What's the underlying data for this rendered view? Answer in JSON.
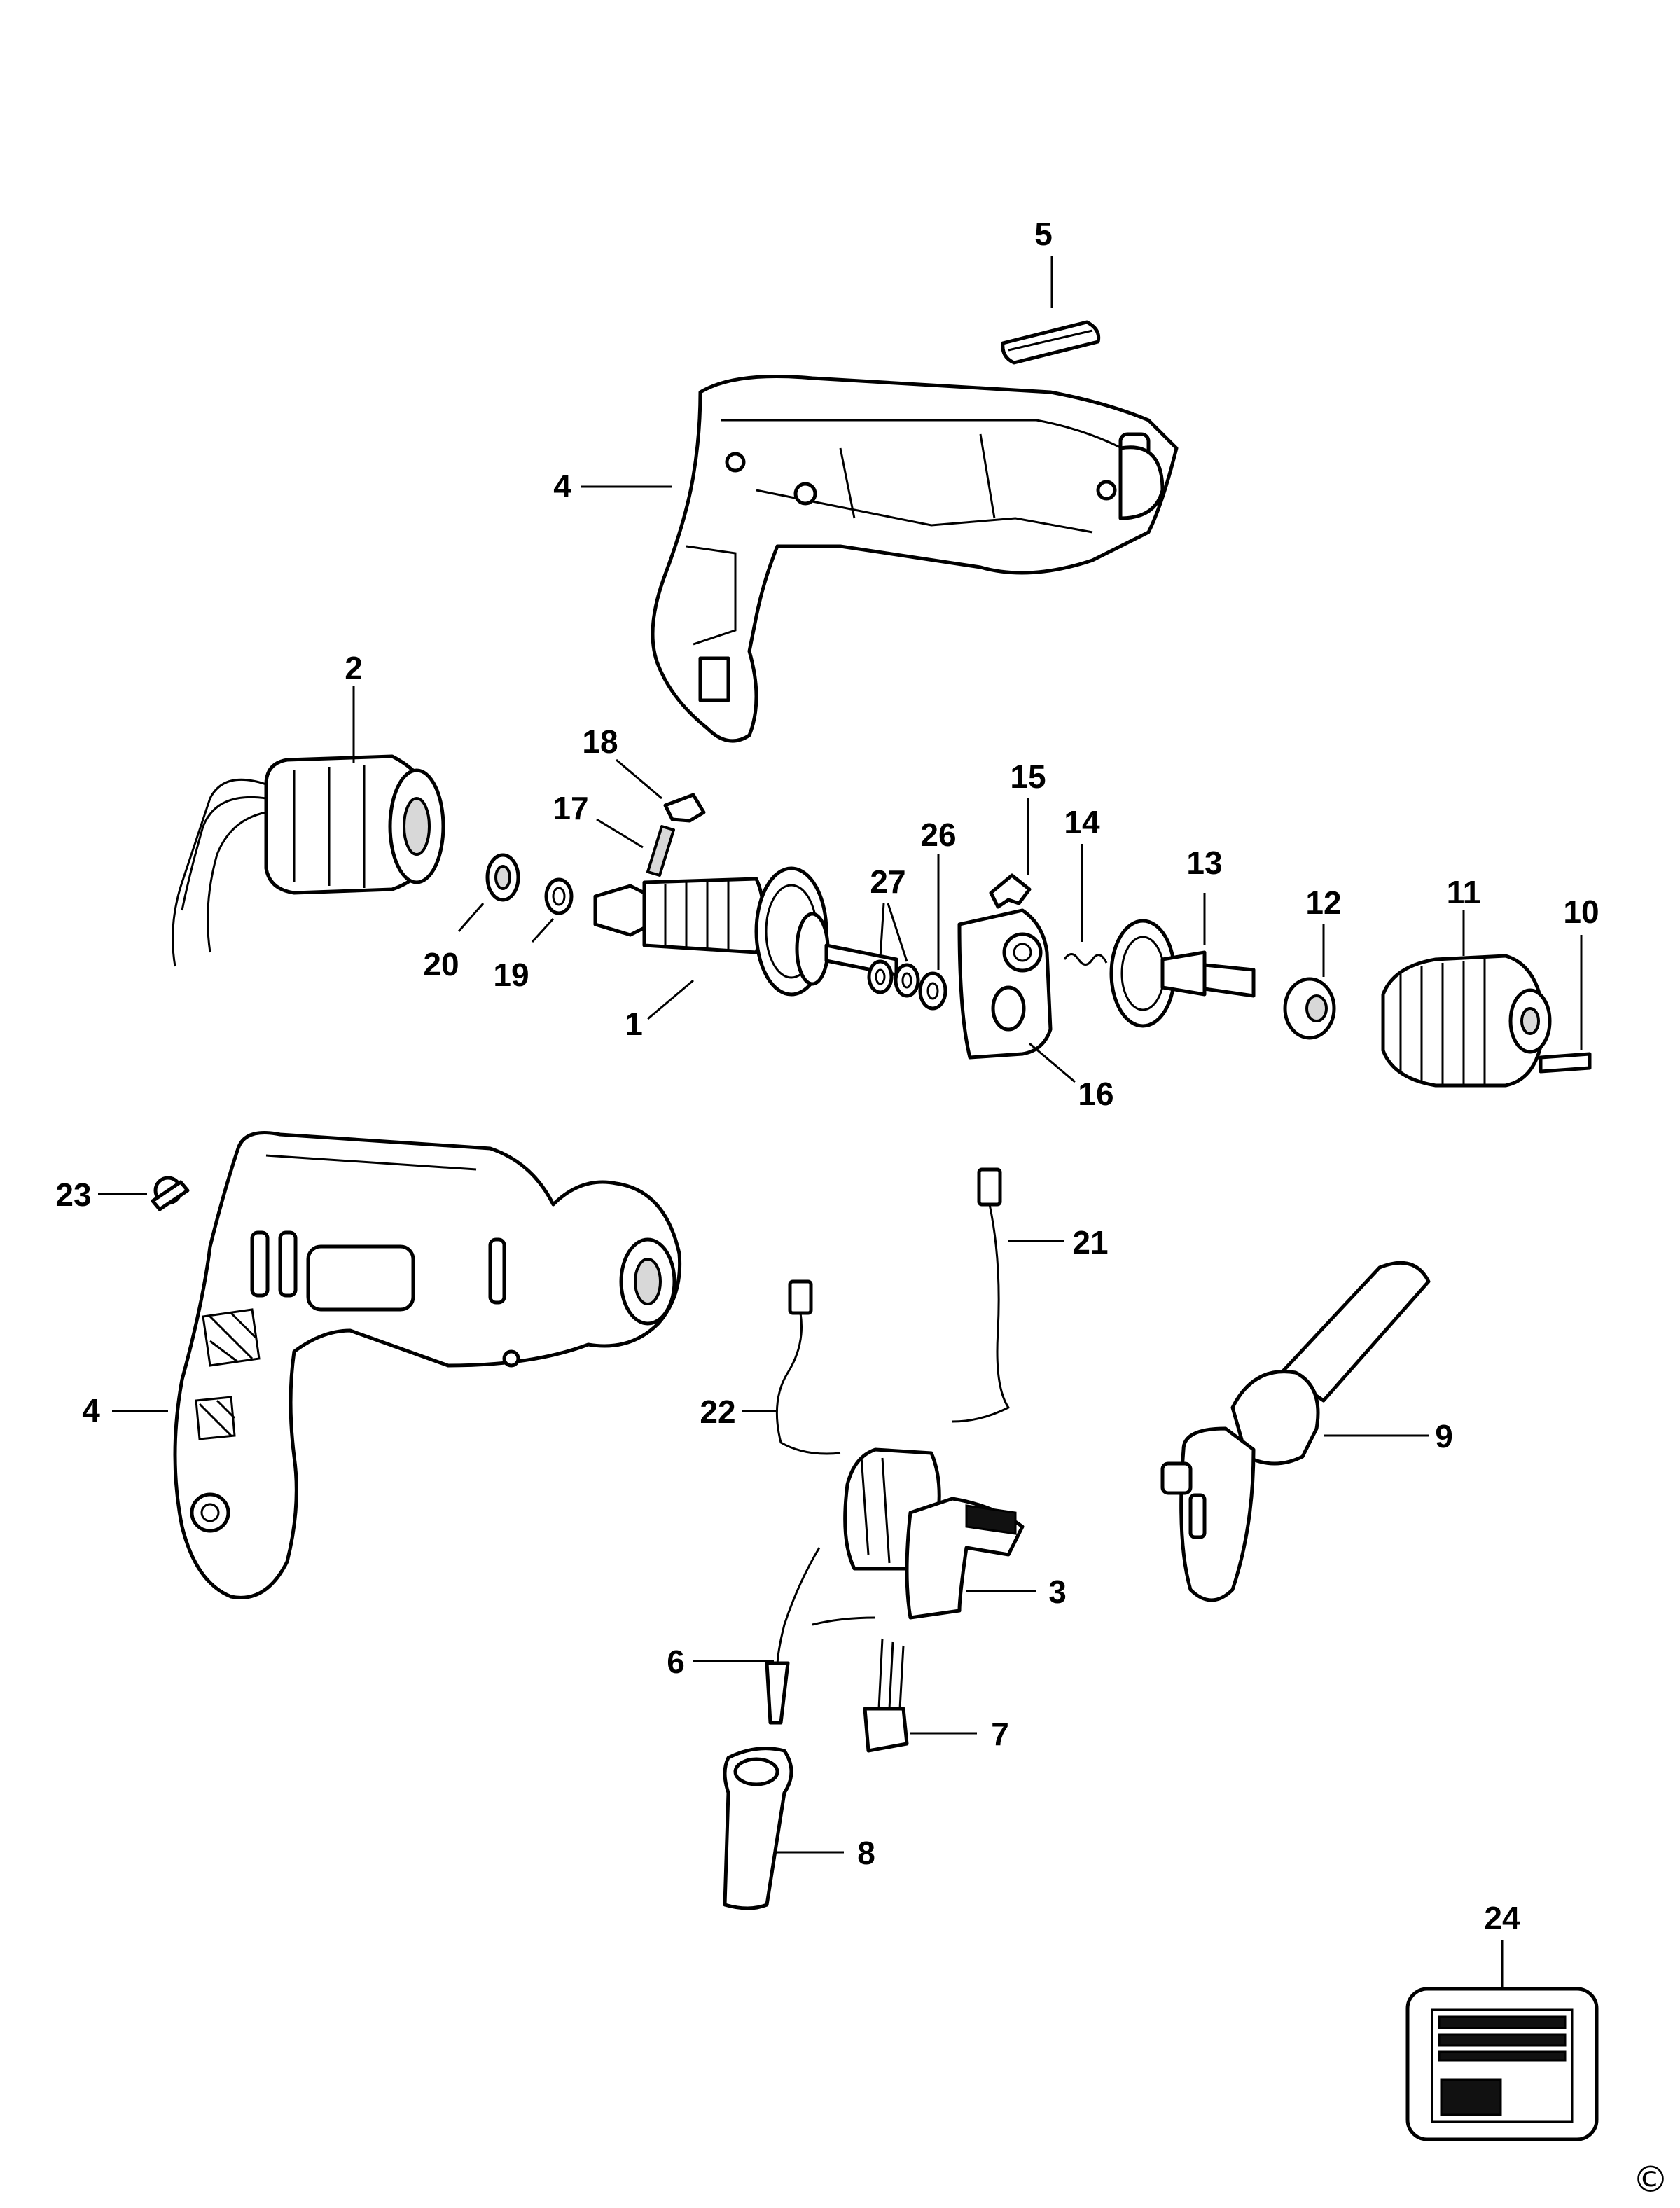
{
  "callouts": {
    "c1": "1",
    "c2": "2",
    "c3": "3",
    "c4a": "4",
    "c4b": "4",
    "c5": "5",
    "c6": "6",
    "c7": "7",
    "c8": "8",
    "c9": "9",
    "c10": "10",
    "c11": "11",
    "c12": "12",
    "c13": "13",
    "c14": "14",
    "c15": "15",
    "c16": "16",
    "c17": "17",
    "c18": "18",
    "c19": "19",
    "c20": "20",
    "c21": "21",
    "c22": "22",
    "c23": "23",
    "c24": "24",
    "c26": "26",
    "c27": "27"
  },
  "copyright_symbol": "©",
  "colors": {
    "line": "#000000",
    "background": "#ffffff",
    "shading": "#d8d8d8"
  }
}
